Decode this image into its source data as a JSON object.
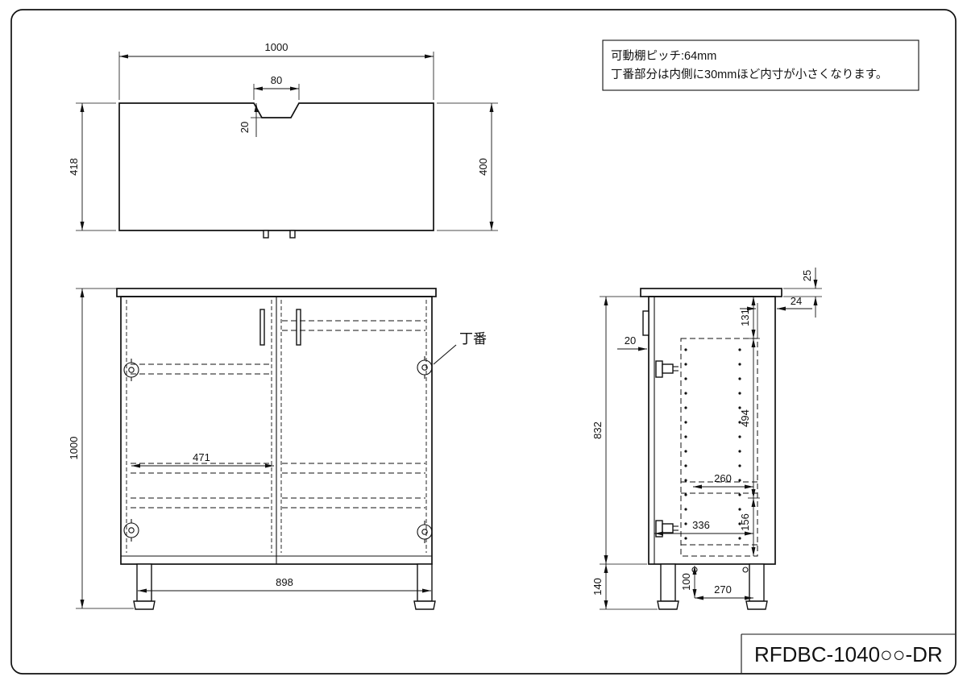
{
  "title_block": {
    "model": "RFDBC-1040○○-DR"
  },
  "note": {
    "line1": "可動棚ピッチ:64mm",
    "line2": "丁番部分は内側に30mmほど内寸が小さくなります。"
  },
  "labels": {
    "hinge": "丁番"
  },
  "dims": {
    "top": {
      "overall_width": "1000",
      "notch_width": "80",
      "notch_depth": "20",
      "depth_total": "418",
      "depth_inner": "400"
    },
    "front": {
      "overall_height": "1000",
      "inner_width": "471",
      "leg_span": "898"
    },
    "side": {
      "top_thickness": "25",
      "back_panel": "24",
      "top_space": "131",
      "door_thickness": "20",
      "body_height": "832",
      "shelf_space": "494",
      "inner_depth": "260",
      "bottom_space": "156",
      "inner_total": "336",
      "leg_height": "140",
      "leg_offset": "100",
      "leg_pitch": "270"
    }
  }
}
